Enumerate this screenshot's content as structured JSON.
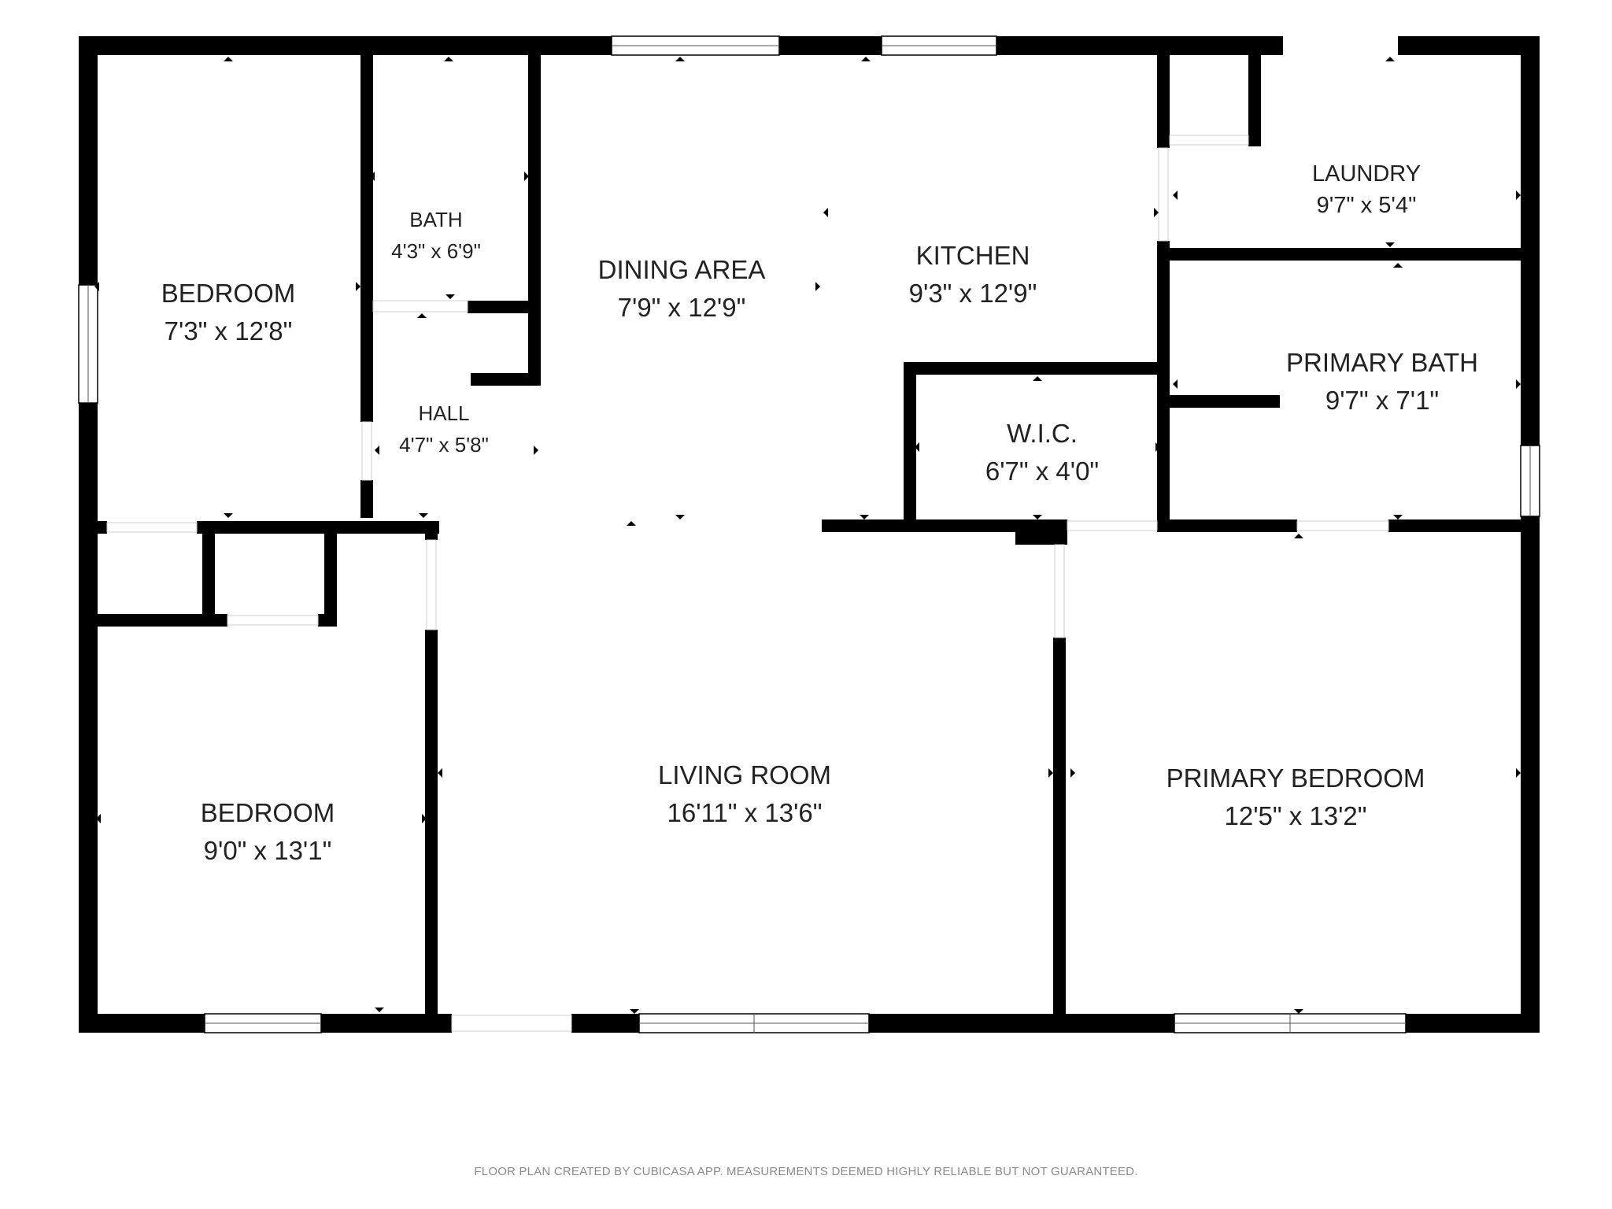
{
  "rooms": {
    "bedroom_1": {
      "name": "BEDROOM",
      "size": "7'3\" x 12'8\""
    },
    "bath": {
      "name": "BATH",
      "size": "4'3\" x 6'9\""
    },
    "hall": {
      "name": "HALL",
      "size": "4'7\" x 5'8\""
    },
    "dining": {
      "name": "DINING AREA",
      "size": "7'9\" x 12'9\""
    },
    "kitchen": {
      "name": "KITCHEN",
      "size": "9'3\" x 12'9\""
    },
    "laundry": {
      "name": "LAUNDRY",
      "size": "9'7\" x 5'4\""
    },
    "primary_bath": {
      "name": "PRIMARY BATH",
      "size": "9'7\" x 7'1\""
    },
    "wic": {
      "name": "W.I.C.",
      "size": "6'7\" x 4'0\""
    },
    "bedroom_2": {
      "name": "BEDROOM",
      "size": "9'0\" x 13'1\""
    },
    "living": {
      "name": "LIVING ROOM",
      "size": "16'11\" x 13'6\""
    },
    "primary_bedroom": {
      "name": "PRIMARY BEDROOM",
      "size": "12'5\" x 13'2\""
    }
  },
  "footer": {
    "text": "FLOOR PLAN CREATED BY CUBICASA APP. MEASUREMENTS DEEMED HIGHLY RELIABLE BUT NOT GUARANTEED."
  },
  "colors": {
    "wall": "#000000",
    "background": "#ffffff",
    "footer_text": "#8a8a8a"
  }
}
